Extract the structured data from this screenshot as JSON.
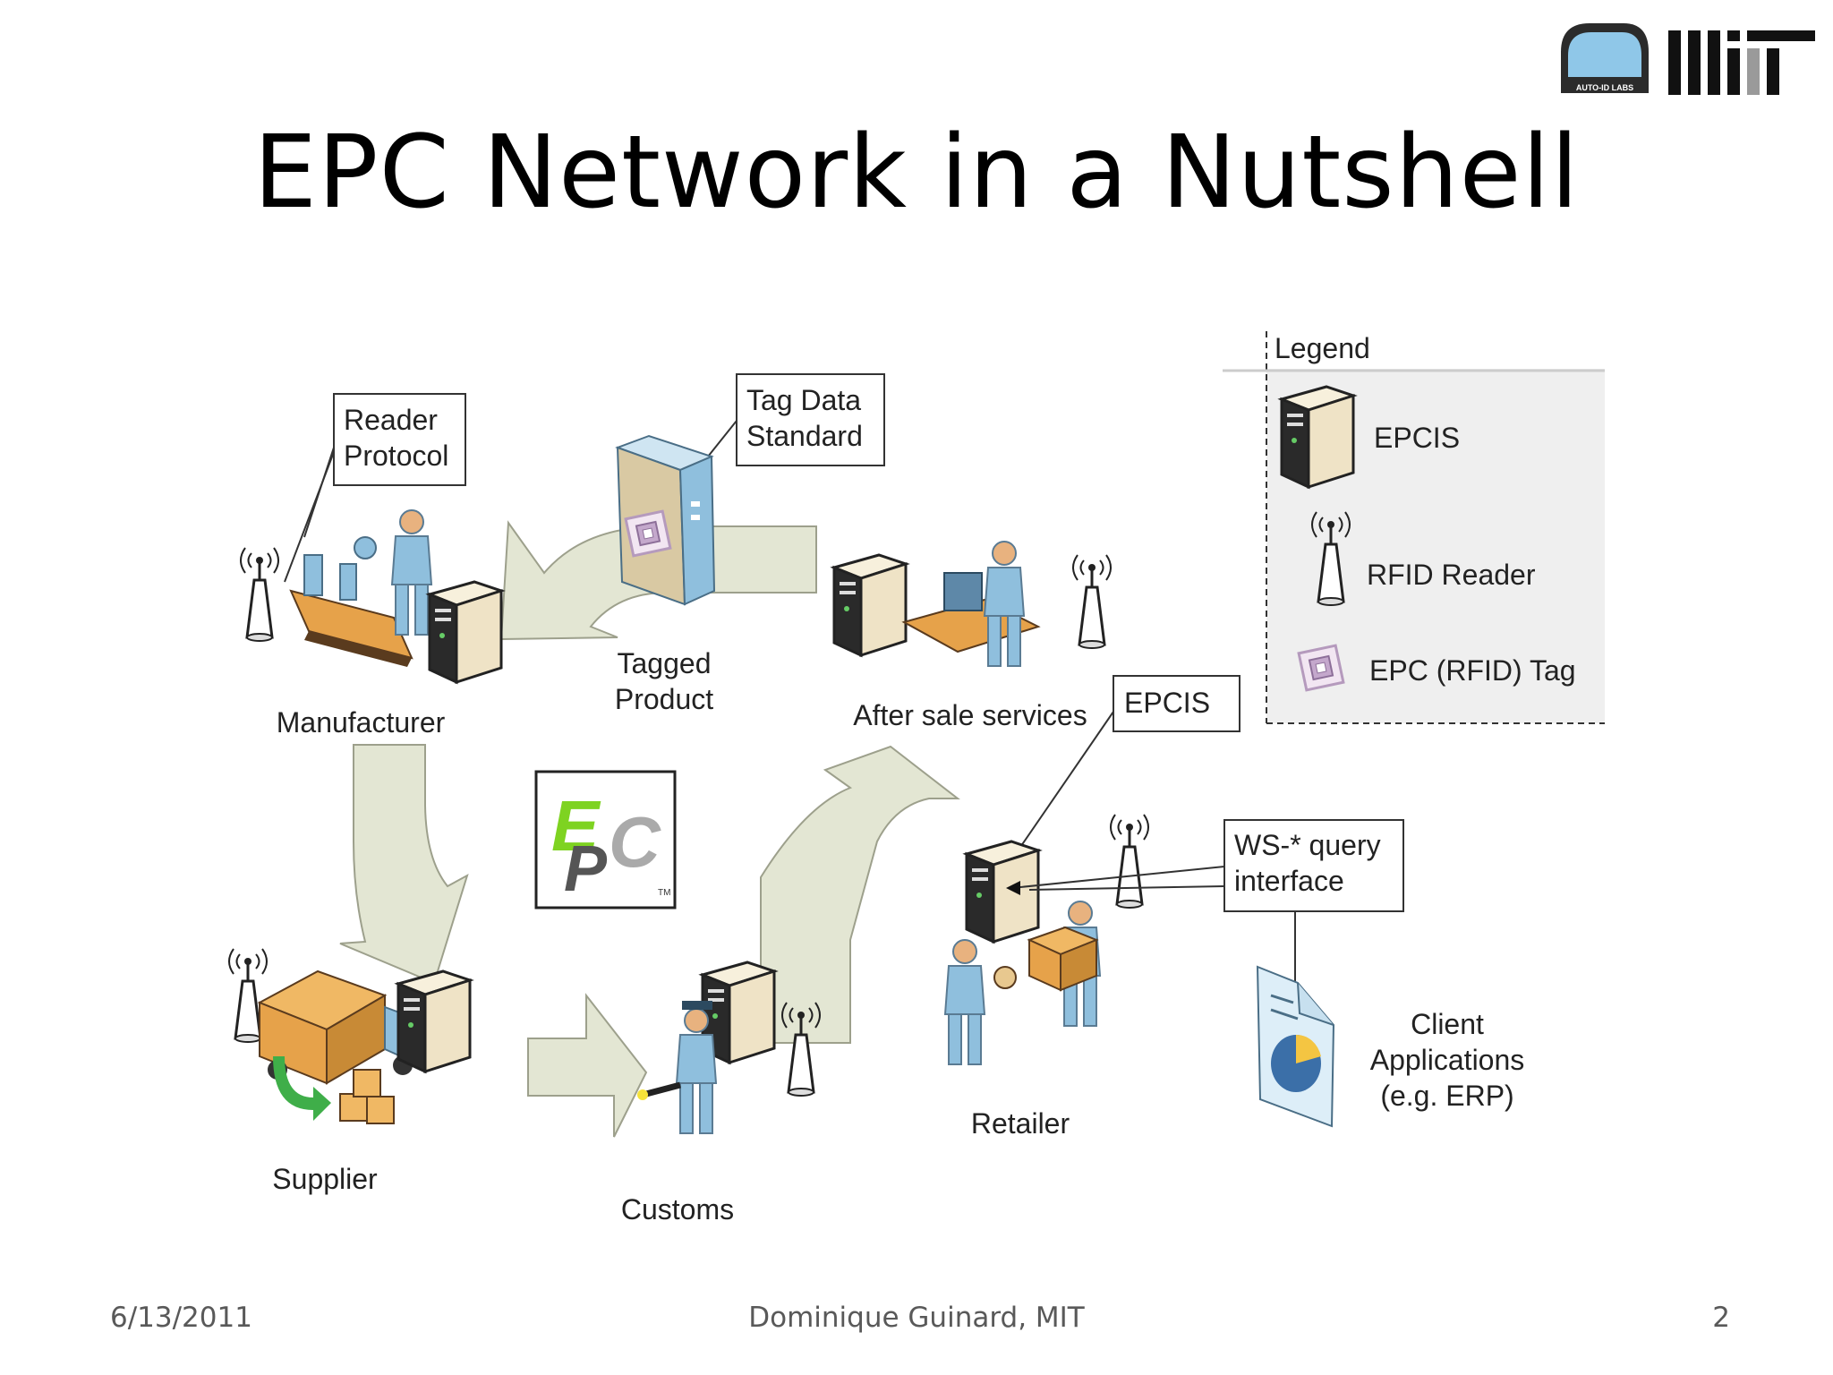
{
  "slide": {
    "title": "EPC Network in a Nutshell",
    "footer_date": "6/13/2011",
    "footer_author": "Dominique Guinard, MIT",
    "footer_page": "2"
  },
  "logo": {
    "auto_id_text": "AUTO-ID LABS",
    "epc_letters": "EPC",
    "epc_tm": "TM"
  },
  "diagram": {
    "reader_protocol_line1": "Reader",
    "reader_protocol_line2": "Protocol",
    "tag_data_line1": "Tag Data",
    "tag_data_line2": "Standard",
    "tagged_product_line1": "Tagged",
    "tagged_product_line2": "Product",
    "manufacturer": "Manufacturer",
    "after_sale": "After sale services",
    "epcis_callout": "EPCIS",
    "ws_query_line1": "WS-* query",
    "ws_query_line2": "interface",
    "client_line1": "Client",
    "client_line2": "Applications",
    "client_line3": "(e.g. ERP)",
    "supplier": "Supplier",
    "customs": "Customs",
    "retailer": "Retailer"
  },
  "legend": {
    "title": "Legend",
    "epcis": "EPCIS",
    "rfid_reader": "RFID Reader",
    "epc_tag": "EPC (RFID) Tag"
  },
  "colors": {
    "arrow_fill": "#e3e6d3",
    "arrow_stroke": "#9da08c",
    "server": "#efe3c6",
    "person": "#8fbfdd",
    "skin": "#e8b27f",
    "box": "#e6a24a",
    "tag": "#c4a8cc"
  }
}
